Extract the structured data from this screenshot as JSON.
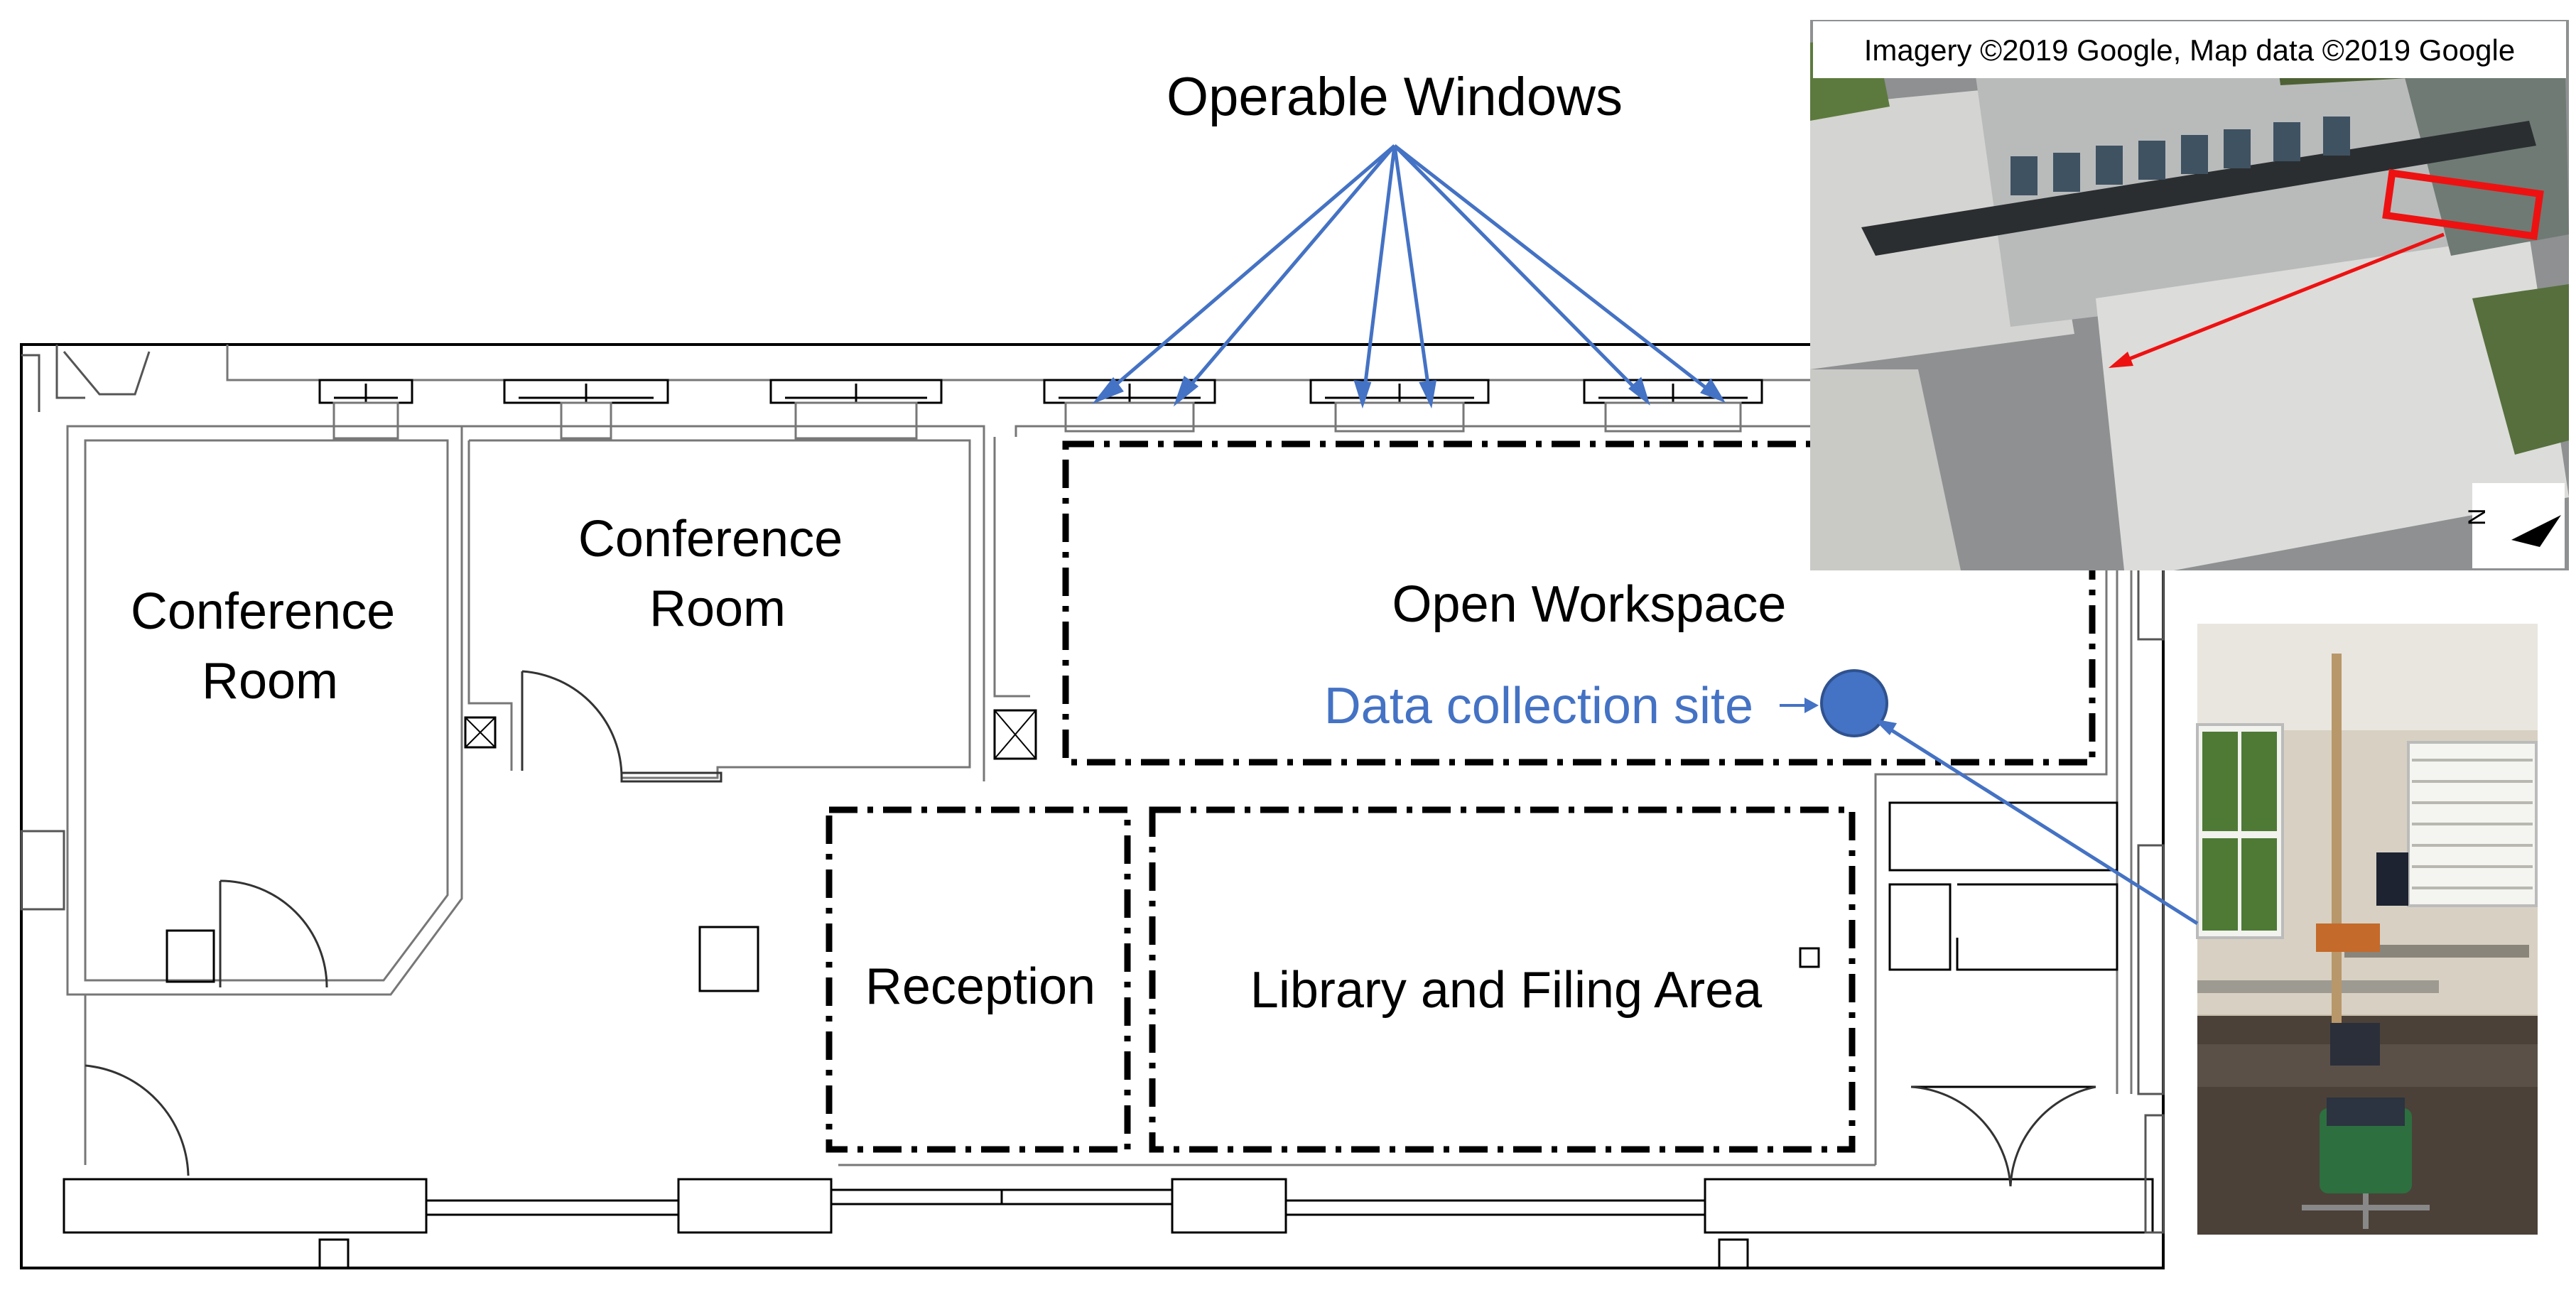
{
  "figure": {
    "operable_windows_label": "Operable Windows",
    "attribution": "Imagery ©2019 Google, Map data ©2019 Google",
    "north_label": "N",
    "rooms": {
      "conference_left": [
        "Conference",
        "Room"
      ],
      "conference_center": [
        "Conference",
        "Room"
      ],
      "open_workspace": "Open Workspace",
      "reception": "Reception",
      "library": "Library and Filing Area"
    },
    "data_collection_label": "Data collection site"
  },
  "colors": {
    "arrow_blue": "#4472c4",
    "site_blue": "#4472c4",
    "highlight_red": "#ee1111",
    "wall": "#000000",
    "thin_wall": "#888888"
  }
}
